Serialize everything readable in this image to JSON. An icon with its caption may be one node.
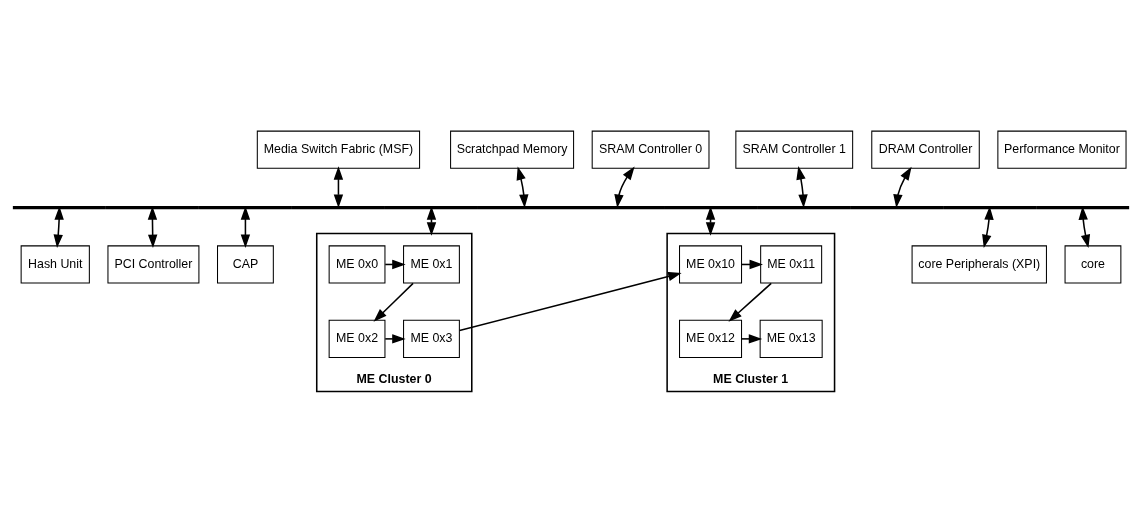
{
  "diagram": {
    "nodes": [
      {
        "text": [
          "Media Switch Fabric (MSF)"
        ]
      },
      {
        "text": [
          "Scratchpad Memory"
        ]
      },
      {
        "text": [
          "SRAM Controller 0"
        ]
      },
      {
        "text": [
          "SRAM Controller 1"
        ]
      },
      {
        "text": [
          "DRAM Controller"
        ]
      },
      {
        "text": [],
        "shape": "bar"
      },
      {
        "text": [
          "Hash Unit"
        ]
      },
      {
        "text": [
          "PCI Controller"
        ]
      },
      {
        "text": [
          "CAP"
        ]
      },
      {
        "text": [
          "ME Cluster 0"
        ]
      },
      {
        "text": [
          "ME 0x1"
        ],
        "in": 9
      },
      {
        "text": [
          "ME 0x0"
        ],
        "in": 9
      },
      {
        "text": [
          "ME 0x2"
        ],
        "in": 9
      },
      {
        "text": [
          "ME 0x3"
        ],
        "in": 9
      },
      {
        "text": [
          "ME Cluster 1"
        ]
      },
      {
        "text": [
          "ME 0x10"
        ],
        "in": 14
      },
      {
        "text": [
          "ME 0x11"
        ],
        "in": 14
      },
      {
        "text": [
          "ME 0x13"
        ],
        "in": 14
      },
      {
        "text": [
          "ME 0x12"
        ],
        "in": 14
      },
      {
        "text": [
          "core Peripherals (XPI)"
        ]
      },
      {
        "text": [
          "core"
        ]
      },
      {
        "text": [
          "Performance Monitor"
        ]
      }
    ],
    "edges": [
      {
        "from": 0,
        "to": 5,
        "arrow": "both"
      },
      {
        "from": 1,
        "to": 5,
        "arrow": "both"
      },
      {
        "from": 2,
        "to": 5,
        "arrow": "both"
      },
      {
        "from": 3,
        "to": 5,
        "arrow": "both"
      },
      {
        "from": 4,
        "to": 5,
        "arrow": "both"
      },
      {
        "from": 5,
        "to": 6,
        "arrow": "both"
      },
      {
        "from": 5,
        "to": 7,
        "arrow": "both"
      },
      {
        "from": 5,
        "to": 8,
        "arrow": "both"
      },
      {
        "from": 5,
        "to": 9,
        "arrow": "both"
      },
      {
        "from": 5,
        "to": 14,
        "arrow": "both"
      },
      {
        "from": 5,
        "to": 19,
        "arrow": "both"
      },
      {
        "from": 5,
        "to": 20,
        "arrow": "both"
      },
      {
        "from": 11,
        "to": 10,
        "arrow": "to"
      },
      {
        "from": 10,
        "to": 12,
        "arrow": "to"
      },
      {
        "from": 12,
        "to": 13,
        "arrow": "to"
      },
      {
        "from": 13,
        "to": 15,
        "arrow": "to"
      },
      {
        "from": 15,
        "to": 16,
        "arrow": "to"
      },
      {
        "from": 16,
        "to": 18,
        "arrow": "to"
      },
      {
        "from": 18,
        "to": 17,
        "arrow": "to"
      }
    ]
  }
}
